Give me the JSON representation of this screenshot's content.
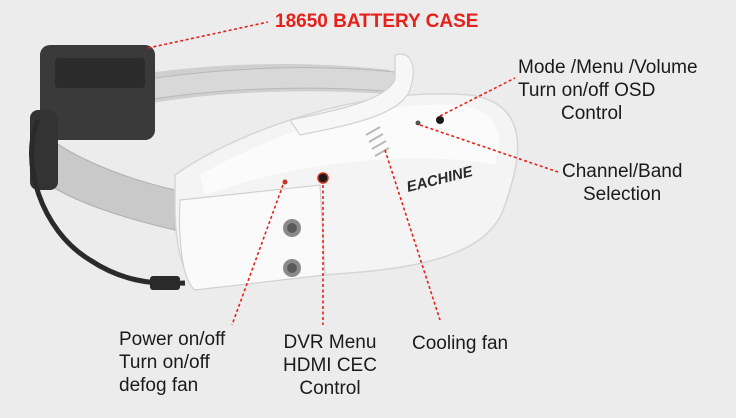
{
  "title": "18650 BATTERY CASE",
  "brand": "EACHINE",
  "callouts": {
    "mode_menu": [
      "Mode /Menu /Volume",
      "Turn on/off OSD",
      "Control"
    ],
    "channel": [
      "Channel/Band",
      "Selection"
    ],
    "power": [
      "Power on/off",
      "Turn on/off",
      "defog fan"
    ],
    "dvr": [
      "DVR Menu",
      "HDMI CEC",
      "Control"
    ],
    "fan": "Cooling fan"
  },
  "colors": {
    "background": "#ececec",
    "leader_line": "#e8201a",
    "headset": "#f4f4f4",
    "strap": "#c9c9c9",
    "battery": "#3a3a3a"
  }
}
